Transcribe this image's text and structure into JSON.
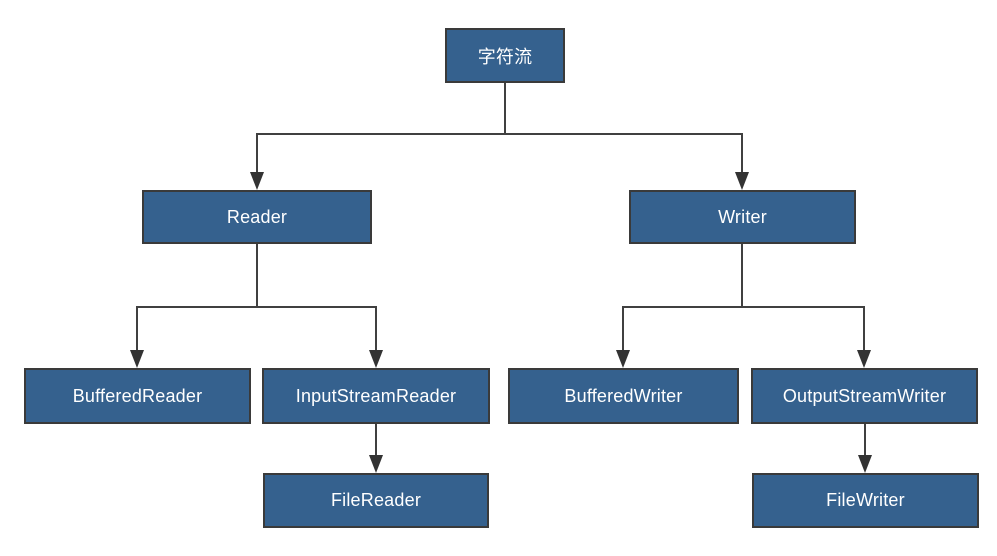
{
  "diagram": {
    "type": "tree",
    "colors": {
      "background": "#ffffff",
      "node_fill": "#35618e",
      "node_border": "#3a3a3a",
      "node_text": "#ffffff",
      "connector": "#404040",
      "arrowhead": "#333333"
    },
    "nodes": [
      {
        "id": "char-stream",
        "label": "字符流"
      },
      {
        "id": "reader",
        "label": "Reader"
      },
      {
        "id": "writer",
        "label": "Writer"
      },
      {
        "id": "buffered-reader",
        "label": "BufferedReader"
      },
      {
        "id": "input-stream-reader",
        "label": "InputStreamReader"
      },
      {
        "id": "buffered-writer",
        "label": "BufferedWriter"
      },
      {
        "id": "output-stream-writer",
        "label": "OutputStreamWriter"
      },
      {
        "id": "file-reader",
        "label": "FileReader"
      },
      {
        "id": "file-writer",
        "label": "FileWriter"
      }
    ],
    "edges": [
      {
        "from": "char-stream",
        "to": "reader"
      },
      {
        "from": "char-stream",
        "to": "writer"
      },
      {
        "from": "reader",
        "to": "buffered-reader"
      },
      {
        "from": "reader",
        "to": "input-stream-reader"
      },
      {
        "from": "writer",
        "to": "buffered-writer"
      },
      {
        "from": "writer",
        "to": "output-stream-writer"
      },
      {
        "from": "input-stream-reader",
        "to": "file-reader"
      },
      {
        "from": "output-stream-writer",
        "to": "file-writer"
      }
    ]
  }
}
